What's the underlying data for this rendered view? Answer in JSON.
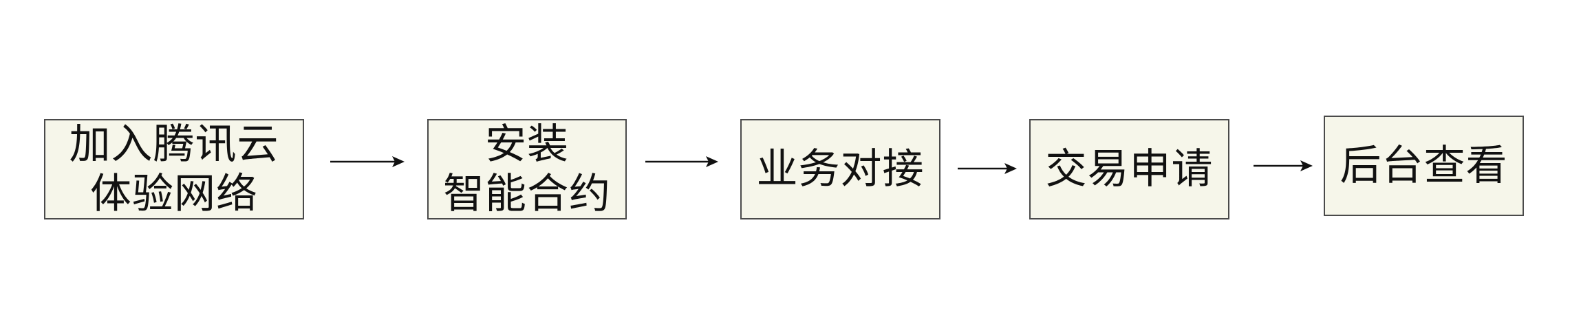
{
  "steps": [
    {
      "lines": [
        "加入腾讯云",
        "体验网络"
      ]
    },
    {
      "lines": [
        "安装",
        "智能合约"
      ]
    },
    {
      "lines": [
        "业务对接"
      ]
    },
    {
      "lines": [
        "交易申请"
      ]
    },
    {
      "lines": [
        "后台查看"
      ]
    }
  ],
  "colors": {
    "box_fill": "#f6f6ea",
    "box_border": "#4a4a4a",
    "text": "#111111",
    "arrow": "#111111"
  }
}
